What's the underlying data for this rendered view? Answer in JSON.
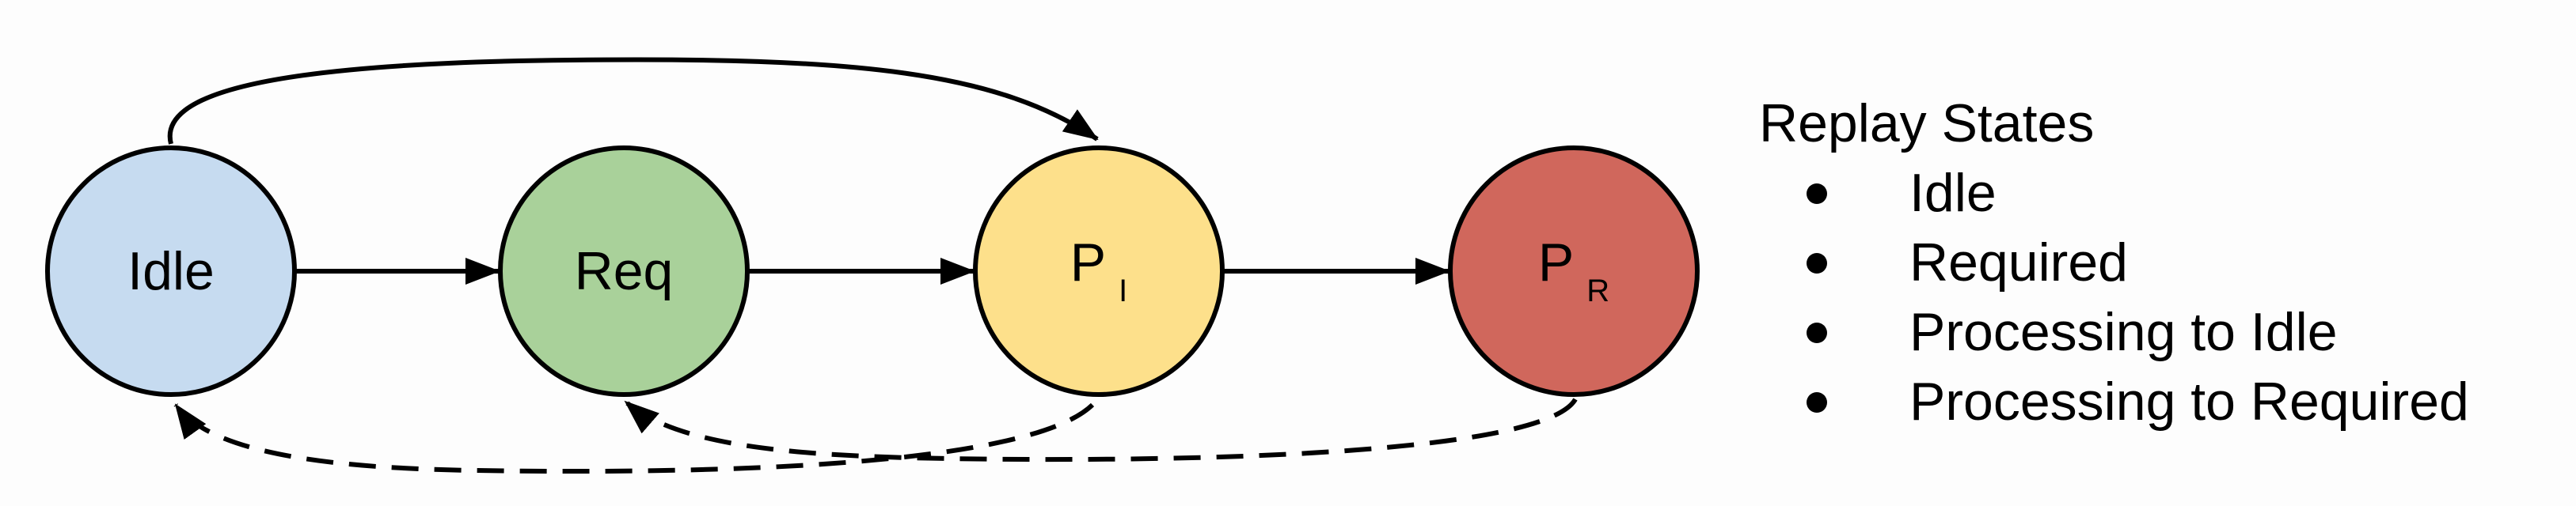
{
  "nodes": [
    {
      "id": "idle",
      "label": "Idle",
      "sub": "",
      "fill": "#c6dbf0"
    },
    {
      "id": "req",
      "label": "Req",
      "sub": "",
      "fill": "#a9d19a"
    },
    {
      "id": "pi",
      "label": "P",
      "sub": "I",
      "fill": "#fde08b"
    },
    {
      "id": "pr",
      "label": "P",
      "sub": "R",
      "fill": "#d0675c"
    }
  ],
  "edges": [
    {
      "from": "idle",
      "to": "req",
      "style": "solid"
    },
    {
      "from": "req",
      "to": "pi",
      "style": "solid"
    },
    {
      "from": "pi",
      "to": "pr",
      "style": "solid"
    },
    {
      "from": "idle",
      "to": "pi",
      "style": "solid"
    },
    {
      "from": "pi",
      "to": "idle",
      "style": "dashed"
    },
    {
      "from": "pr",
      "to": "req",
      "style": "dashed"
    }
  ],
  "legend": {
    "title": "Replay States",
    "items": [
      "Idle",
      "Required",
      "Processing to Idle",
      "Processing to Required"
    ]
  },
  "colors": {
    "stroke": "#000000",
    "background": "#fdfdfd"
  }
}
